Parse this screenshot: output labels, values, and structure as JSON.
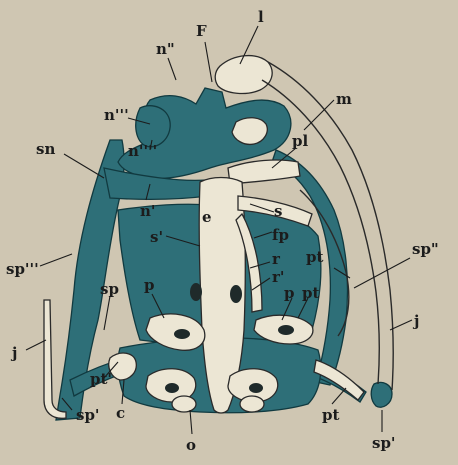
{
  "figure": {
    "background_color": "#cfc6b2",
    "cartilage_color": "#2e6f78",
    "bone_color": "#ece6d4",
    "labels": [
      {
        "id": "label-F",
        "text": "F"
      },
      {
        "id": "label-l",
        "text": "l"
      },
      {
        "id": "label-n-double-prime",
        "text": "n\""
      },
      {
        "id": "label-m",
        "text": "m"
      },
      {
        "id": "label-n-triple-prime",
        "text": "n'''"
      },
      {
        "id": "label-n-quad-prime",
        "text": "n''''"
      },
      {
        "id": "label-pl",
        "text": "pl"
      },
      {
        "id": "label-sn",
        "text": "sn"
      },
      {
        "id": "label-n-prime",
        "text": "n'"
      },
      {
        "id": "label-e",
        "text": "e"
      },
      {
        "id": "label-s",
        "text": "s"
      },
      {
        "id": "label-s-prime",
        "text": "s'"
      },
      {
        "id": "label-fp",
        "text": "fp"
      },
      {
        "id": "label-pt-upper",
        "text": "pt"
      },
      {
        "id": "label-sp-double-prime",
        "text": "sp\""
      },
      {
        "id": "label-sp-triple-prime",
        "text": "sp'''"
      },
      {
        "id": "label-r",
        "text": "r"
      },
      {
        "id": "label-r-prime",
        "text": "r'"
      },
      {
        "id": "label-p-right",
        "text": "p"
      },
      {
        "id": "label-pt-right",
        "text": "pt"
      },
      {
        "id": "label-sp",
        "text": "sp"
      },
      {
        "id": "label-p-left",
        "text": "p"
      },
      {
        "id": "label-j-left",
        "text": "j"
      },
      {
        "id": "label-j-right",
        "text": "j"
      },
      {
        "id": "label-pt-prime",
        "text": "pt'"
      },
      {
        "id": "label-sp-prime-left",
        "text": "sp'"
      },
      {
        "id": "label-c",
        "text": "c"
      },
      {
        "id": "label-pt-lower",
        "text": "pt"
      },
      {
        "id": "label-o",
        "text": "o"
      },
      {
        "id": "label-sp-prime-right",
        "text": "sp'"
      }
    ]
  }
}
